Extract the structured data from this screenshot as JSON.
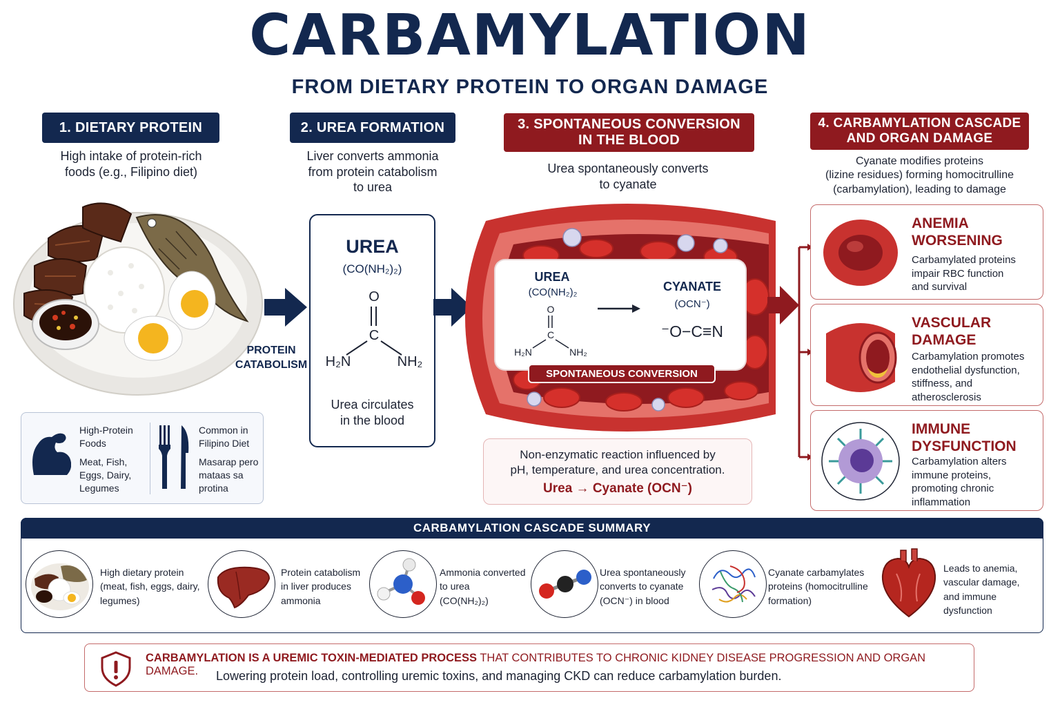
{
  "header": {
    "title": "CARBAMYLATION",
    "subtitle": "FROM DIETARY PROTEIN TO ORGAN DAMAGE"
  },
  "steps": [
    {
      "title": "1. DIETARY PROTEIN",
      "description_1": "High intake of protein-rich",
      "description_2": "foods (e.g., Filipino diet)"
    },
    {
      "title": "2. UREA FORMATION",
      "description_1": "Liver converts ammonia",
      "description_2": "from protein catabolism",
      "description_3": "to urea"
    },
    {
      "title_1": "3. SPONTANEOUS CONVERSION",
      "title_2": "IN THE BLOOD",
      "description_1": "Urea spontaneously converts",
      "description_2": "to cyanate"
    },
    {
      "title_1": "4. CARBAMYLATION CASCADE",
      "title_2": "AND ORGAN DAMAGE",
      "description_1": "Cyanate modifies proteins",
      "description_2": "(lizine residues) forming homocitrulline",
      "description_3": "(carbamylation), leading to damage"
    }
  ],
  "protein_catabolism": {
    "line1": "PROTEIN",
    "line2": "CATABOLISM"
  },
  "urea_card": {
    "name": "UREA",
    "formula": "(CO(NH₂)₂)",
    "o_atom": "O",
    "c_atom": "C",
    "left_group": "H₂N",
    "right_group": "NH₂",
    "caption_1": "Urea circulates",
    "caption_2": "in the blood"
  },
  "food_info": {
    "col1_heading_1": "High-Protein",
    "col1_heading_2": "Foods",
    "col1_body_1": "Meat, Fish,",
    "col1_body_2": "Eggs, Dairy,",
    "col1_body_3": "Legumes",
    "col2_heading_1": "Common in",
    "col2_heading_2": "Filipino Diet",
    "col2_body_1": "Masarap pero",
    "col2_body_2": "mataas sa",
    "col2_body_3": "protina"
  },
  "reaction": {
    "left_name": "UREA",
    "left_formula": "(CO(NH₂)₂",
    "right_name": "CYANATE",
    "right_formula": "(OCN⁻)",
    "cyanate_structure": "⁻O−C≡N",
    "o_atom": "O",
    "c_atom": "C",
    "left_group": "H₂N",
    "right_group": "NH₂",
    "pill": "SPONTANEOUS CONVERSION"
  },
  "reaction_note": {
    "line1": "Non-enzymatic reaction influenced by",
    "line2": "pH, temperature, and urea concentration.",
    "equation": "Urea → Cyanate (OCN⁻)"
  },
  "damage": [
    {
      "title_1": "ANEMIA",
      "title_2": "WORSENING",
      "body_1": "Carbamylated proteins",
      "body_2": "impair RBC function",
      "body_3": "and survival"
    },
    {
      "title_1": "VASCULAR",
      "title_2": "DAMAGE",
      "body_1": "Carbamylation promotes",
      "body_2": "endothelial dysfunction,",
      "body_3": "stiffness, and",
      "body_4": "atherosclerosis"
    },
    {
      "title_1": "IMMUNE",
      "title_2": "DYSFUNCTION",
      "body_1": "Carbamylation alters",
      "body_2": "immune proteins,",
      "body_3": "promoting chronic",
      "body_4": "inflammation"
    }
  ],
  "summary": {
    "title": "CARBAMYLATION CASCADE SUMMARY",
    "items": [
      {
        "l1": "High dietary protein",
        "l2": "(meat, fish, eggs, dairy,",
        "l3": "legumes)"
      },
      {
        "l1": "Protein catabolism",
        "l2": "in liver produces",
        "l3": "ammonia"
      },
      {
        "l1": "Ammonia converted",
        "l2": "to urea",
        "l3": "(CO(NH₂)₂)"
      },
      {
        "l1": "Urea spontaneously",
        "l2": "converts to cyanate",
        "l3": "(OCN⁻) in blood"
      },
      {
        "l1": "Cyanate carbamylates",
        "l2": "proteins (homocitrulline",
        "l3": "formation)"
      },
      {
        "l1": "Leads to anemia,",
        "l2": "vascular damage,",
        "l3": "and immune",
        "l4": "dysfunction"
      }
    ]
  },
  "footer": {
    "bold_part": "CARBAMYLATION IS A UREMIC TOXIN-MEDIATED PROCESS",
    "rest_part": " THAT CONTRIBUTES TO CHRONIC KIDNEY DISEASE PROGRESSION AND ORGAN DAMAGE.",
    "line2": "Lowering protein load, controlling uremic toxins, and managing CKD can reduce carbamylation burden."
  },
  "colors": {
    "navy": "#13284f",
    "maroon": "#8f1a1f",
    "blood": "#c8322f"
  }
}
